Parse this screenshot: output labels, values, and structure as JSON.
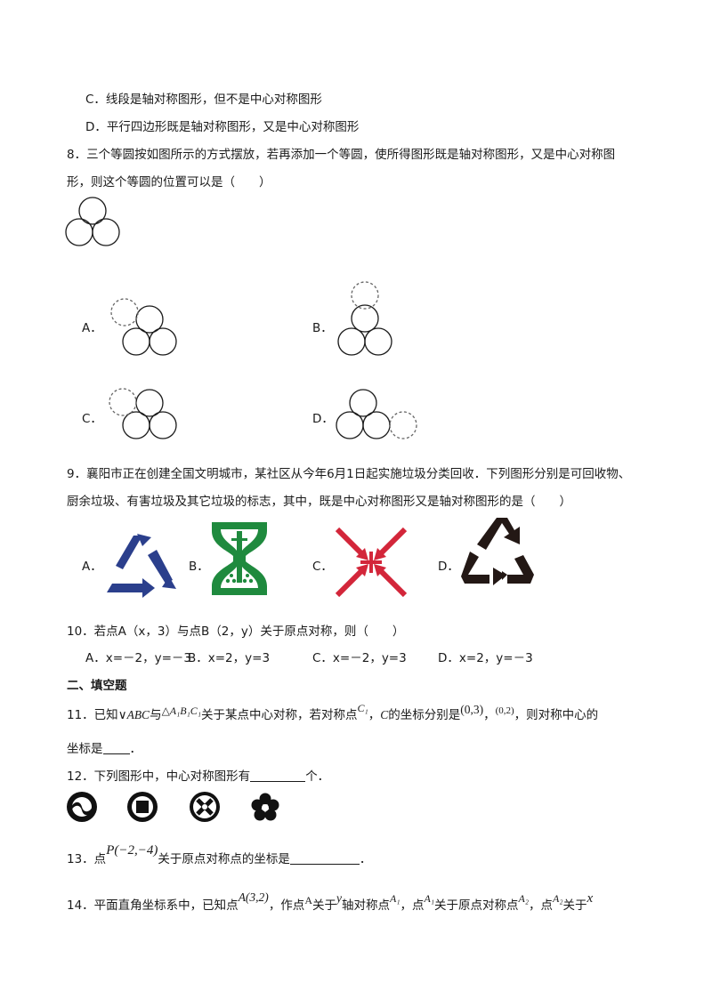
{
  "q7": {
    "option_c": "C．线段是轴对称图形，但不是中心对称图形",
    "option_d": "D．平行四边形既是轴对称图形，又是中心对称图形"
  },
  "q8": {
    "line1": "8．三个等圆按如图所示的方式摆放，若再添加一个等圆，使所得图形既是轴对称图形，又是中心对称图",
    "line2": "形，则这个等圆的位置可以是（　　）",
    "labels": {
      "a": "A．",
      "b": "B．",
      "c": "C．",
      "d": "D．"
    }
  },
  "q9": {
    "line1": "9．襄阳市正在创建全国文明城市，某社区从今年6月1日起实施垃圾分类回收．下列图形分别是可回收物、",
    "line2": "厨余垃圾、有害垃圾及其它垃圾的标志，其中，既是中心对称图形又是轴对称图形的是（　　）",
    "labels": {
      "a": "A．",
      "b": "B．",
      "c": "C．",
      "d": "D．"
    },
    "colors": {
      "blue": "#2b3f8c",
      "green": "#1f8a3e",
      "red": "#d3263a",
      "black": "#231815"
    }
  },
  "q10": {
    "stem": "10．若点A（x，3）与点B（2，y）关于原点对称，则（　　）",
    "option_a": "A．x=－2，y=－3",
    "option_b": "B．x=2，y=3",
    "option_c": "C．x=－2，y=3",
    "option_d": "D．x=2，y=－3"
  },
  "section2": {
    "title": "二、填空题"
  },
  "q11": {
    "num": "11．已知",
    "tri1": "∨ABC",
    "with": "与",
    "tri2": "△A₁B₁C₁",
    "mid": "关于某点中心对称，若对称点",
    "pt1": "C₁",
    "sep": "，",
    "pt2": "C",
    "coords_text": "的坐标分别是",
    "coord1": "(0,3)",
    "comma": "，",
    "coord2": "(0,2)",
    "end": "，则对称中心的",
    "line2": "坐标是",
    "period": "．"
  },
  "q12": {
    "stem": "12．下列图形中，中心对称图形有",
    "unit": "个．"
  },
  "q13": {
    "prefix": "13．点",
    "point": "P(−2,−4)",
    "suffix": "关于原点对称点的坐标是",
    "period": "．"
  },
  "q14": {
    "prefix": "14．平面直角坐标系中，已知点",
    "point": "A(3,2)",
    "t1": "，作点",
    "a": "A",
    "t2": "关于",
    "y": "y",
    "t3": "轴对称点",
    "a1": "A₁",
    "t4": "，点",
    "a1b": "A₁",
    "t5": "关于原点对称点",
    "a2": "A₂",
    "t6": "，点",
    "a2b": "A₂",
    "t7": "关于",
    "x": "x"
  }
}
